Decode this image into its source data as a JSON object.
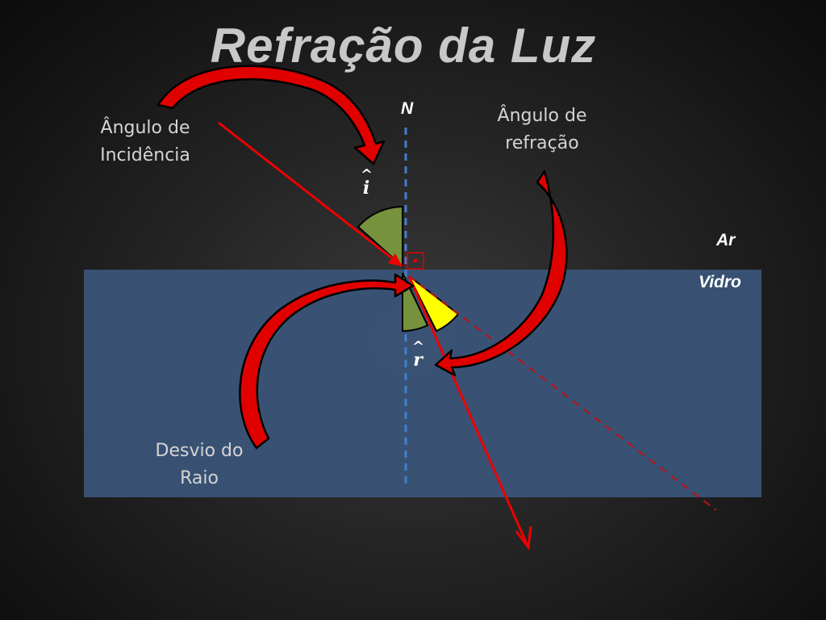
{
  "slide": {
    "title": "Refração da Luz"
  },
  "labels": {
    "incidence_angle": [
      "Ângulo de",
      "Incidência"
    ],
    "refraction_angle": [
      "Ângulo de",
      "refração"
    ],
    "ray_deviation": [
      "Desvio do",
      "Raio"
    ],
    "normal": "N",
    "medium_top": "Ar",
    "medium_bottom": "Vidro",
    "incidence_symbol": "i",
    "refraction_symbol": "r",
    "hat": "^"
  },
  "colors": {
    "glass": "#3a5478",
    "normal_line": "#3f7fd0",
    "ray": "#ee0000",
    "incidence_wedge": "#76923c",
    "refraction_wedge": "#ffff00",
    "curved_arrow": "#e00000"
  },
  "icons": {
    "incidence_pointer": "curved-arrow-icon",
    "refraction_pointer": "curved-arrow-icon",
    "deviation_pointer": "curved-arrow-icon",
    "right_angle_marker": "right-angle-icon"
  }
}
